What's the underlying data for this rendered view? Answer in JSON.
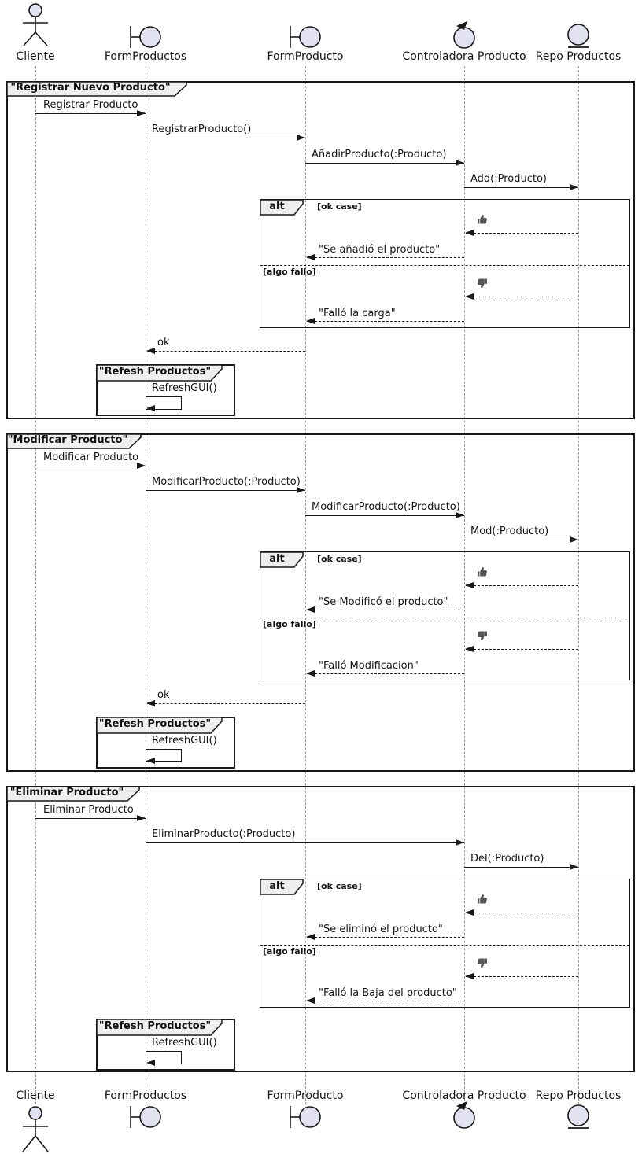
{
  "participants": [
    {
      "label": "Cliente",
      "type": "actor"
    },
    {
      "label": "FormProductos",
      "type": "boundary"
    },
    {
      "label": "FormProducto",
      "type": "boundary"
    },
    {
      "label": "Controladora Producto",
      "type": "control"
    },
    {
      "label": "Repo Productos",
      "type": "entity"
    }
  ],
  "icons": {
    "ok": "thumbs-up",
    "fail": "thumbs-down"
  },
  "frames": [
    {
      "title": "\"Registrar Nuevo Producto\"",
      "m1": "Registrar Producto",
      "m2": "RegistrarProducto()",
      "m3": "AñadirProducto(:Producto)",
      "m4": "Add(:Producto)",
      "alt_label": "alt",
      "guard_ok": "[ok case]",
      "reply_ok": "\"Se añadió el producto\"",
      "guard_fail": "[algo fallo]",
      "reply_fail": "\"Falló la carga\"",
      "ok": "ok",
      "refresh_title": "\"Refesh Productos\"",
      "refresh_call": "RefreshGUI()"
    },
    {
      "title": "\"Modificar Producto\"",
      "m1": "Modificar Producto",
      "m2": "ModificarProducto(:Producto)",
      "m3": "ModificarProducto(:Producto)",
      "m4": "Mod(:Producto)",
      "alt_label": "alt",
      "guard_ok": "[ok case]",
      "reply_ok": "\"Se Modificó el producto\"",
      "guard_fail": "[algo fallo]",
      "reply_fail": "\"Falló Modificacion\"",
      "ok": "ok",
      "refresh_title": "\"Refesh Productos\"",
      "refresh_call": "RefreshGUI()"
    },
    {
      "title": "\"Eliminar Producto\"",
      "m1": "Eliminar Producto",
      "m2": "EliminarProducto(:Producto)",
      "m3": "Del(:Producto)",
      "alt_label": "alt",
      "guard_ok": "[ok case]",
      "reply_ok": "\"Se eliminó el producto\"",
      "guard_fail": "[algo fallo]",
      "reply_fail": "\"Falló la Baja del producto\"",
      "refresh_title": "\"Refesh Productos\"",
      "refresh_call": "RefreshGUI()"
    }
  ],
  "colors": {
    "participant_fill": "#E2E2F0",
    "frame_label_fill": "#EEEEEE",
    "line": "#181818",
    "lifeline": "#999999"
  }
}
